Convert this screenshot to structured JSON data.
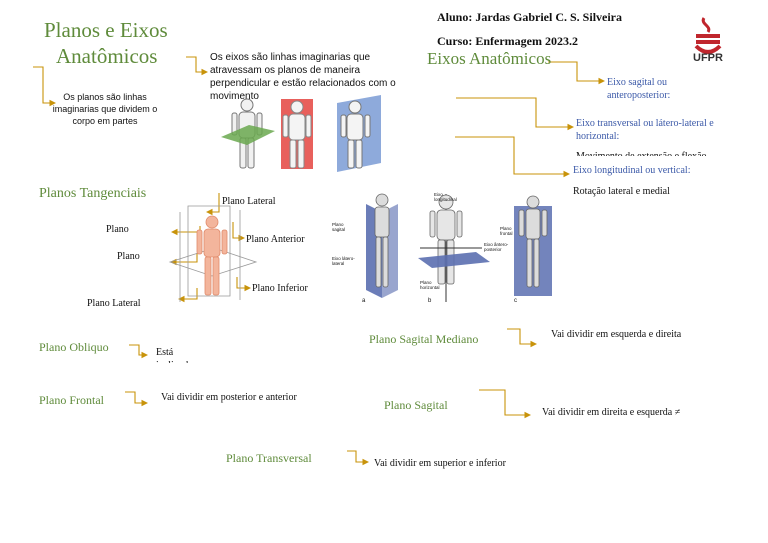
{
  "header": {
    "student": "Aluno: Jardas Gabriel C. S. Silveira",
    "course": "Curso:  Enfermagem 2023.2",
    "logo_text": "UFPR"
  },
  "left_title": {
    "line1": "Planos e Eixos",
    "line2": "Anatômicos"
  },
  "planes_def": "Os planos são linhas imaginarias que dividem o corpo em partes",
  "axes_def": "Os eixos são linhas imaginarias que atravessam os planos de maneira perpendicular e estão relacionados com o movimento",
  "axes_title": "Eixos Anatômicos",
  "axes": {
    "sagittal": "Eixo sagital ou anteroposterior:",
    "transverse": "Eixo transversal ou látero-lateral e horizontal:",
    "transverse_movement": "Movimento de extensão e flexão",
    "longitudinal": "Eixo longitudinal ou vertical:",
    "rotation": "Rotação lateral e medial"
  },
  "tangential": {
    "title": "Planos Tangenciais",
    "lateral_top": "Plano Lateral",
    "plano_a": "Plano",
    "plano_b": "Plano",
    "anterior": "Plano Anterior",
    "inferior": "Plano Inferior",
    "lateral_bottom": "Plano Lateral"
  },
  "axes_figure": {
    "longitudinal": "Eixo longitudinal",
    "sagittal_plane": "Plano sagital",
    "latero_lateral": "Eixo látero-lateral",
    "antero_posterior": "Eixo ântero-posterior",
    "horizontal_plane": "Plano horizontal",
    "frontal_plane": "Plano frontal",
    "label_a": "a",
    "label_b": "b",
    "label_c": "c"
  },
  "planes": {
    "oblique": {
      "title": "Plano Obliquo",
      "desc": "Está inclinado"
    },
    "frontal": {
      "title": "Plano Frontal",
      "desc": "Vai dividir em posterior e anterior"
    },
    "median": {
      "title": "Plano Sagital Mediano",
      "desc": "Vai dividir em esquerda e direita"
    },
    "sagittal": {
      "title": "Plano Sagital",
      "desc": "Vai dividir em direita e esquerda ≠"
    },
    "transverse": {
      "title": "Plano Transversal",
      "desc": "Vai dividir em superior e inferior"
    }
  },
  "colors": {
    "green": "#5f8b3b",
    "blue": "#3b59a8",
    "arrow": "#c8930a"
  }
}
